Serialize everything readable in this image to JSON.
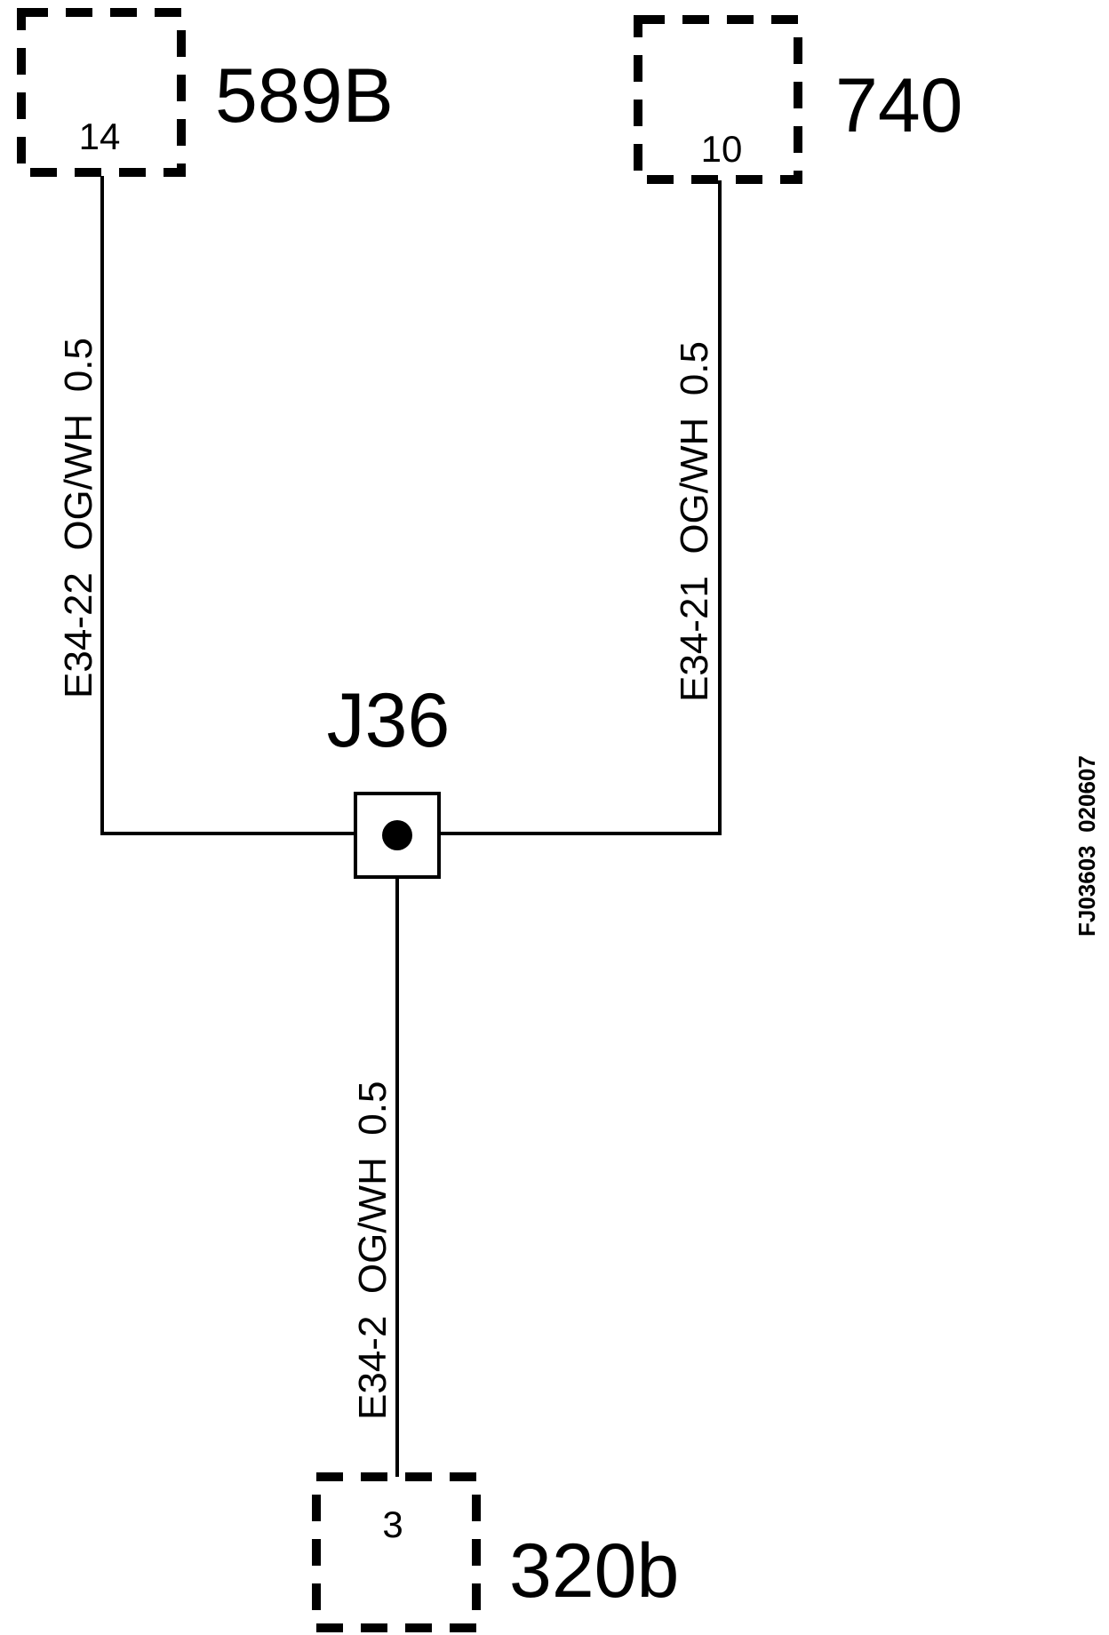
{
  "connectors": {
    "c589b": {
      "id": "589B",
      "pin": "14"
    },
    "c740": {
      "id": "740",
      "pin": "10"
    },
    "c320b": {
      "id": "320b",
      "pin": "3"
    }
  },
  "splice": {
    "id": "J36"
  },
  "wires": {
    "w_left": "E34-22  OG/WH  0.5",
    "w_right": "E34-21  OG/WH  0.5",
    "w_bottom": "E34-2  OG/WH  0.5"
  },
  "figure_ref": "FJ03603  020607",
  "colors": {
    "line": "#000000",
    "background": "#ffffff"
  }
}
